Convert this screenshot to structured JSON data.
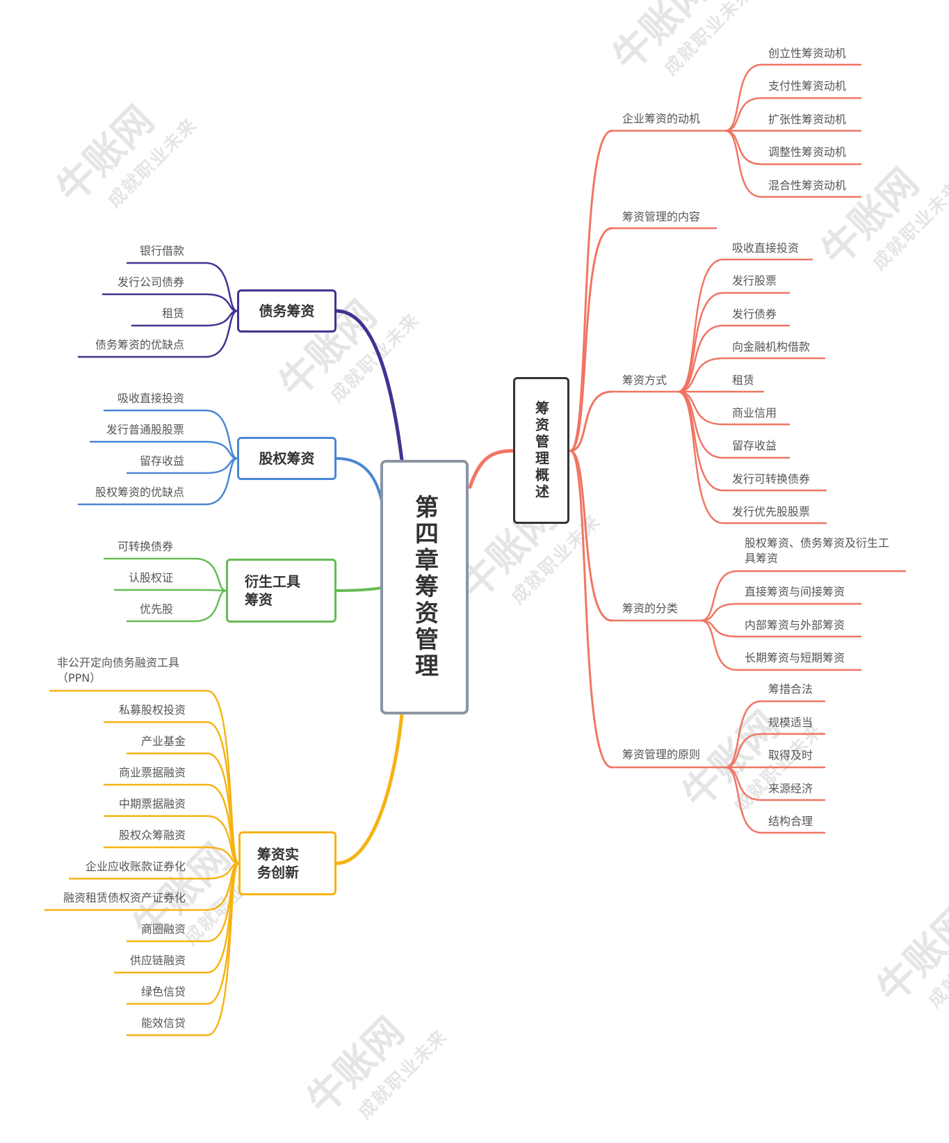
{
  "root": {
    "label": "第四章筹资管理",
    "color": "#8a95a3"
  },
  "watermark": {
    "brand": "牛账网",
    "slogan": "成就职业未来"
  },
  "right_branch": {
    "label": "筹资管理概述",
    "color": "#f07563",
    "children": [
      {
        "label": "企业筹资的动机",
        "children": [
          "创立性筹资动机",
          "支付性筹资动机",
          "扩张性筹资动机",
          "调整性筹资动机",
          "混合性筹资动机"
        ]
      },
      {
        "label": "筹资管理的内容",
        "children": []
      },
      {
        "label": "筹资方式",
        "children": [
          "吸收直接投资",
          "发行股票",
          "发行债券",
          "向金融机构借款",
          "租赁",
          "商业信用",
          "留存收益",
          "发行可转换债券",
          "发行优先股股票"
        ]
      },
      {
        "label": "筹资的分类",
        "children": [
          "股权筹资、债务筹资及衍生工具筹资",
          "直接筹资与间接筹资",
          "内部筹资与外部筹资",
          "长期筹资与短期筹资"
        ]
      },
      {
        "label": "筹资管理的原则",
        "children": [
          "筹措合法",
          "规模适当",
          "取得及时",
          "来源经济",
          "结构合理"
        ]
      }
    ]
  },
  "left_branches": [
    {
      "label": "债务筹资",
      "color": "#3e3490",
      "children": [
        "银行借款",
        "发行公司债券",
        "租赁",
        "债务筹资的优缺点"
      ]
    },
    {
      "label": "股权筹资",
      "color": "#4a86d3",
      "children": [
        "吸收直接投资",
        "发行普通股股票",
        "留存收益",
        "股权筹资的优缺点"
      ]
    },
    {
      "label": "衍生工具筹资",
      "color": "#66bb55",
      "children": [
        "可转换债券",
        "认股权证",
        "优先股"
      ]
    },
    {
      "label": "筹资实务创新",
      "color": "#f5b314",
      "children": [
        "非公开定向债务融资工具（PPN）",
        "私募股权投资",
        "产业基金",
        "商业票据融资",
        "中期票据融资",
        "股权众筹融资",
        "企业应收账款证券化",
        "融资租赁债权资产证券化",
        "商圈融资",
        "供应链融资",
        "绿色信贷",
        "能效信贷"
      ]
    }
  ]
}
